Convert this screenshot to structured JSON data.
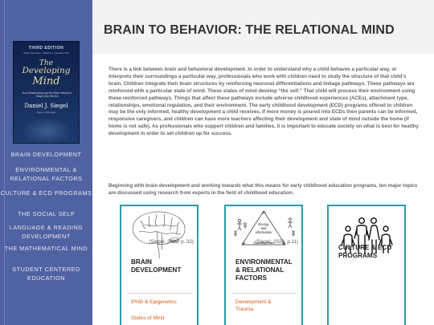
{
  "book": {
    "edition": "THIRD EDITION",
    "authors": "Robert Deb Hurley · Katharine L. Kasahara, PhD",
    "title_the": "The",
    "title_line1": "Developing",
    "title_line2": "Mind",
    "subtitle": "How Relationships and the Brain Interact to Shape Who We Are",
    "author": "Daniel J. Siegel",
    "foreword": "Author of Mindsight"
  },
  "sidebar": {
    "items": [
      {
        "label": "BRAIN DEVELOPMENT"
      },
      {
        "label": "ENVIRONMENTAL & RELATIONAL FACTORS"
      },
      {
        "label": "CULTURE & ECD PROGRAMS"
      },
      {
        "label": "THE SOCIAL SELF"
      },
      {
        "label": "LANGUAGE & READING DEVELOPMENT"
      },
      {
        "label": "THE MATHEMATICAL MIND"
      },
      {
        "label": "STUDENT CENTERED EDUCATION"
      }
    ]
  },
  "header": {
    "title": "BRAIN TO BEHAVIOR: THE RELATIONAL MIND"
  },
  "main": {
    "para1": "There is a link between brain and behavioral development. In order to understand why a child behaves a particular way, or interprets their surroundings a particular way, professionals who work with children need to study the structure of that child's brain. Children integrate their brain structures by reinforcing neuronal differentiations and linkage pathways. These pathways are reinforced with a particular state of mind. These states of mind develop “the self.” That child will process their environment using these reinforced pathways. Things that affect these pathways include adverse childhood experiences (ACEs), attachment type, relationships, emotional regulation, and their environment. The early childhood development (ECD) programs offered to children may be the only informed, healthy development a child receives. If more money is poured into ECDs then parents can be informed, responsive caregivers, and children can have more teachers affecting their development and state of mind outside the home (if home is not safe). As professionals who support children and families, it is important to educate society on what is best for healthy development in order to set children up for success.",
    "para2": "Beginning with brain development and working towards what this means for early childhood education programs, ten major topics are discussed using research from experts in the field of childhood education."
  },
  "cards": [
    {
      "citation": "(Siegel, 2020, p. 32)",
      "title": "BRAIN DEVELOPMENT",
      "links": [
        "IPNB & Epigenetics",
        "States of Mind"
      ]
    },
    {
      "citation": "(Siegel, 2020, p.11)",
      "title": "ENVIRONMENTAL & RELATIONAL FACTORS",
      "diagram_energy": "Energy",
      "diagram_and": "and",
      "diagram_information": "information",
      "diagram_brain": "Embodied brain",
      "links": [
        "Development & Trauma"
      ]
    },
    {
      "citation": "",
      "title": "CULTURE & ECD PROGRAMS",
      "links": []
    }
  ],
  "colors": {
    "sidebar": "#4f62a2",
    "header_bg": "#f3f3f3",
    "card_border": "#2a9ca9",
    "link": "#d85a1a"
  }
}
